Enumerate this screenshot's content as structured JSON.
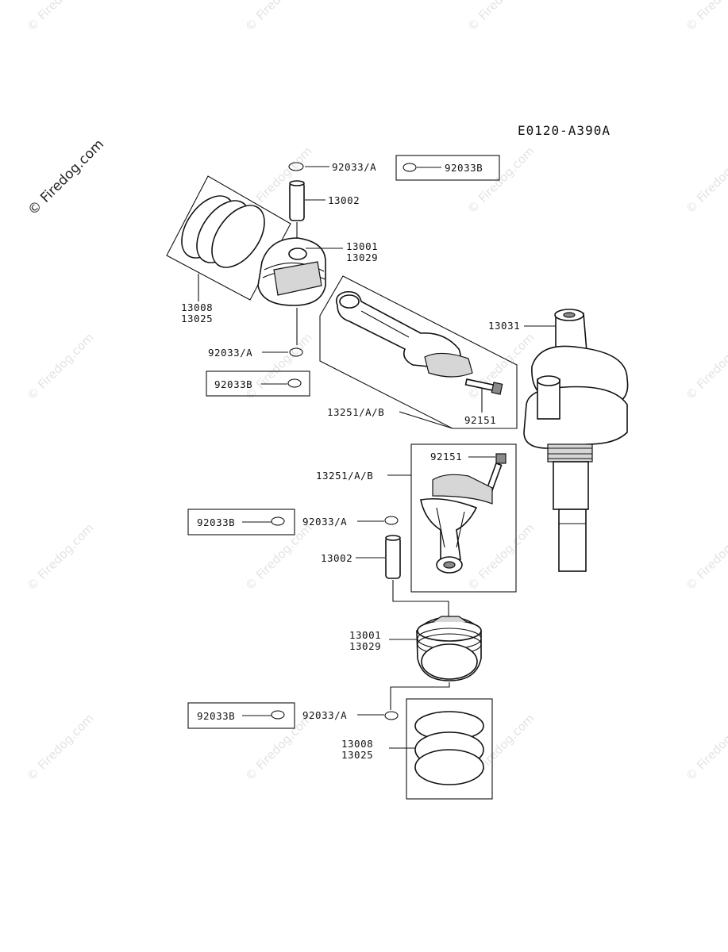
{
  "diagram_code": "E0120-A390A",
  "watermark_text": "© Firedog.com",
  "callouts": {
    "clip_top_a": "92033/A",
    "clip_top_b": "92033B",
    "pin_top": "13002",
    "piston_top_1": "13001",
    "piston_top_2": "13029",
    "rings_top_1": "13008",
    "rings_top_2": "13025",
    "clip_mid_a": "92033/A",
    "clip_mid_b": "92033B",
    "crankshaft": "13031",
    "rod_top": "13251/A/B",
    "bolt_top": "92151",
    "bolt_bottom": "92151",
    "rod_bottom": "13251/A/B",
    "clip_low_b": "92033B",
    "clip_low_a": "92033/A",
    "pin_bottom": "13002",
    "piston_bottom_1": "13001",
    "piston_bottom_2": "13029",
    "clip_bottom_b": "92033B",
    "clip_bottom_a": "92033/A",
    "rings_bottom_1": "13008",
    "rings_bottom_2": "13025"
  }
}
